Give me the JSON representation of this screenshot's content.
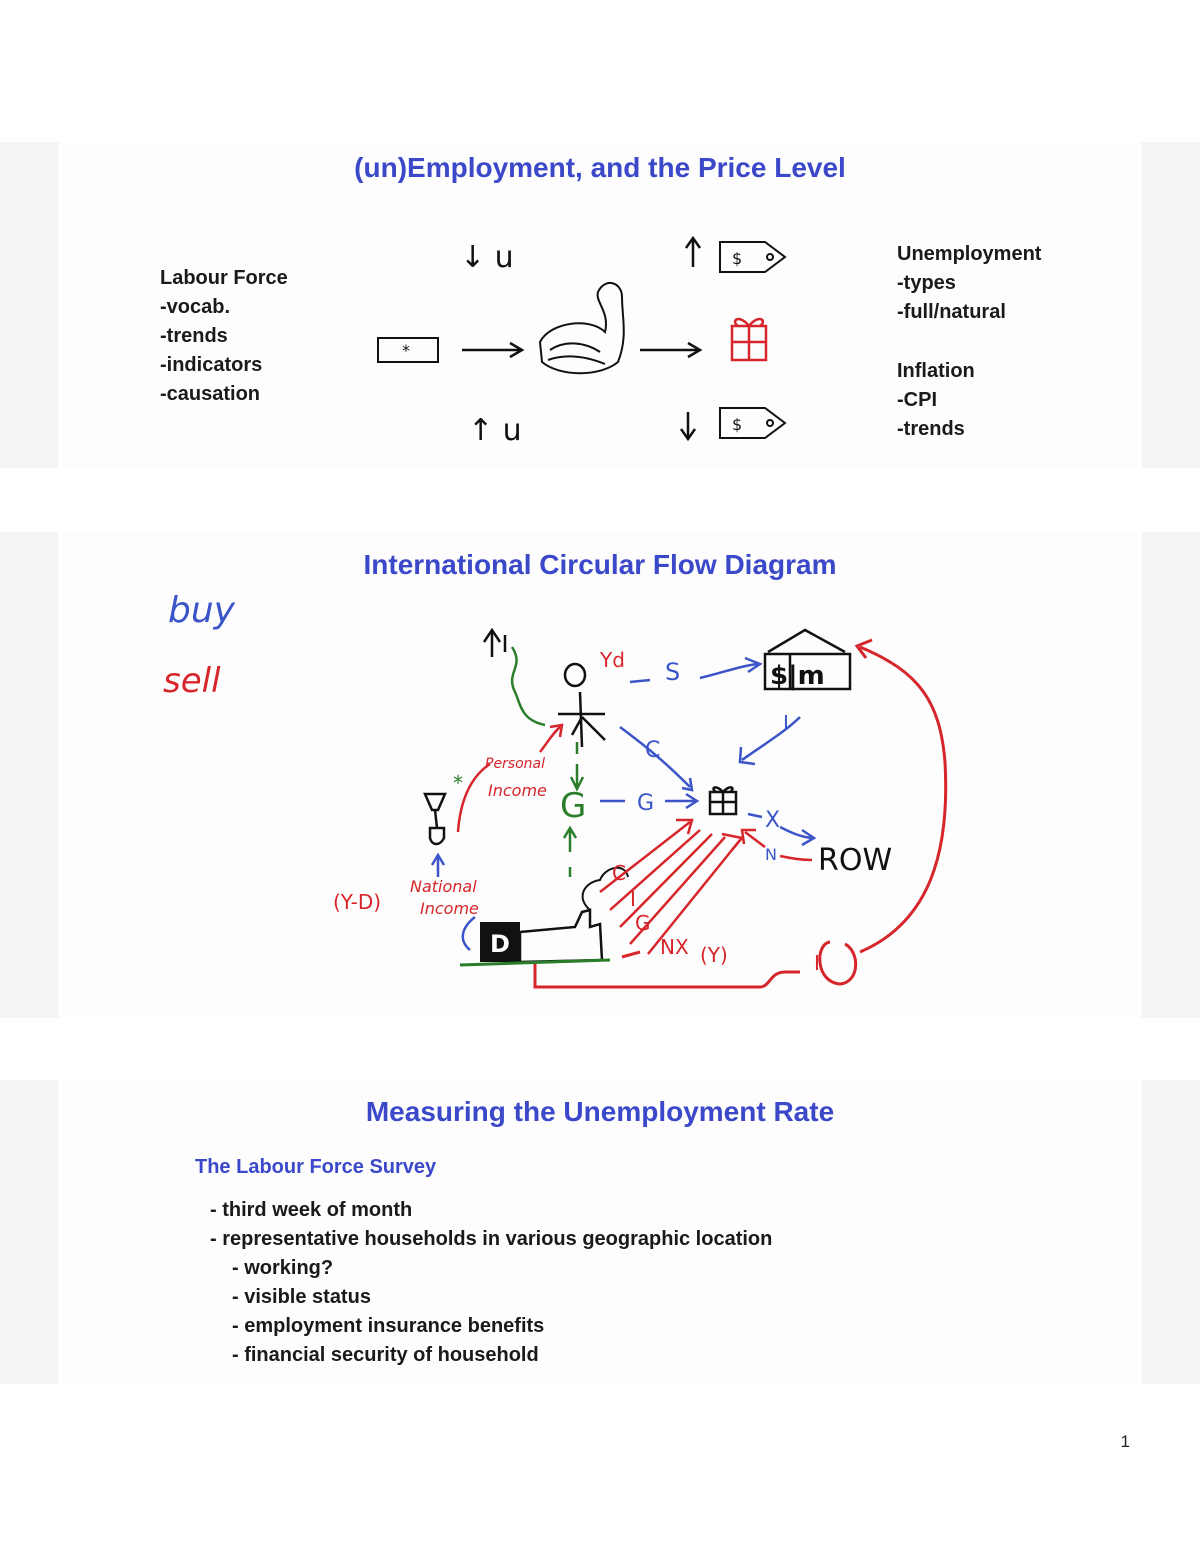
{
  "slide1": {
    "title": "(un)Employment, and the Price Level",
    "left_heading": "Labour Force",
    "left_items": [
      "-vocab.",
      "-trends",
      "-indicators",
      "-causation"
    ],
    "right_heading_1": "Unemployment",
    "right_items_1": [
      "-types",
      "-full/natural"
    ],
    "right_heading_2": "Inflation",
    "right_items_2": [
      "-CPI",
      "-trends"
    ],
    "handwriting": {
      "down_u": "↓ u",
      "up_u": "↑ u",
      "price_tag_symbol": "$",
      "money_symbol": "*"
    }
  },
  "slide2": {
    "title": "International Circular Flow Diagram",
    "buy": "buy",
    "sell": "sell",
    "labels": {
      "yd": "Yd",
      "s": "S",
      "bank": "$|m",
      "i_top": "I",
      "c_top": "C",
      "g_center": "G",
      "g_arrow": "G",
      "x": "X",
      "n": "N",
      "row": "ROW",
      "personal_income_1": "Personal",
      "personal_income_2": "Income",
      "national_income_1": "National",
      "national_income_2": "Income",
      "y_minus_d": "(Y-D)",
      "d": "D",
      "c_bottom": "C",
      "i_bottom": "I",
      "g_bottom": "G",
      "nx": "NX",
      "y": "(Y)",
      "i_loop": "I",
      "star": "*"
    }
  },
  "slide3": {
    "title": "Measuring the Unemployment Rate",
    "subtitle": "The Labour Force Survey",
    "bullets": [
      "-  third week of month",
      "-  representative households in various geographic location"
    ],
    "sub_bullets": [
      "-  working?",
      "-  visible status",
      "-  employment insurance benefits",
      "-  financial security of household"
    ]
  },
  "page_number": "1"
}
